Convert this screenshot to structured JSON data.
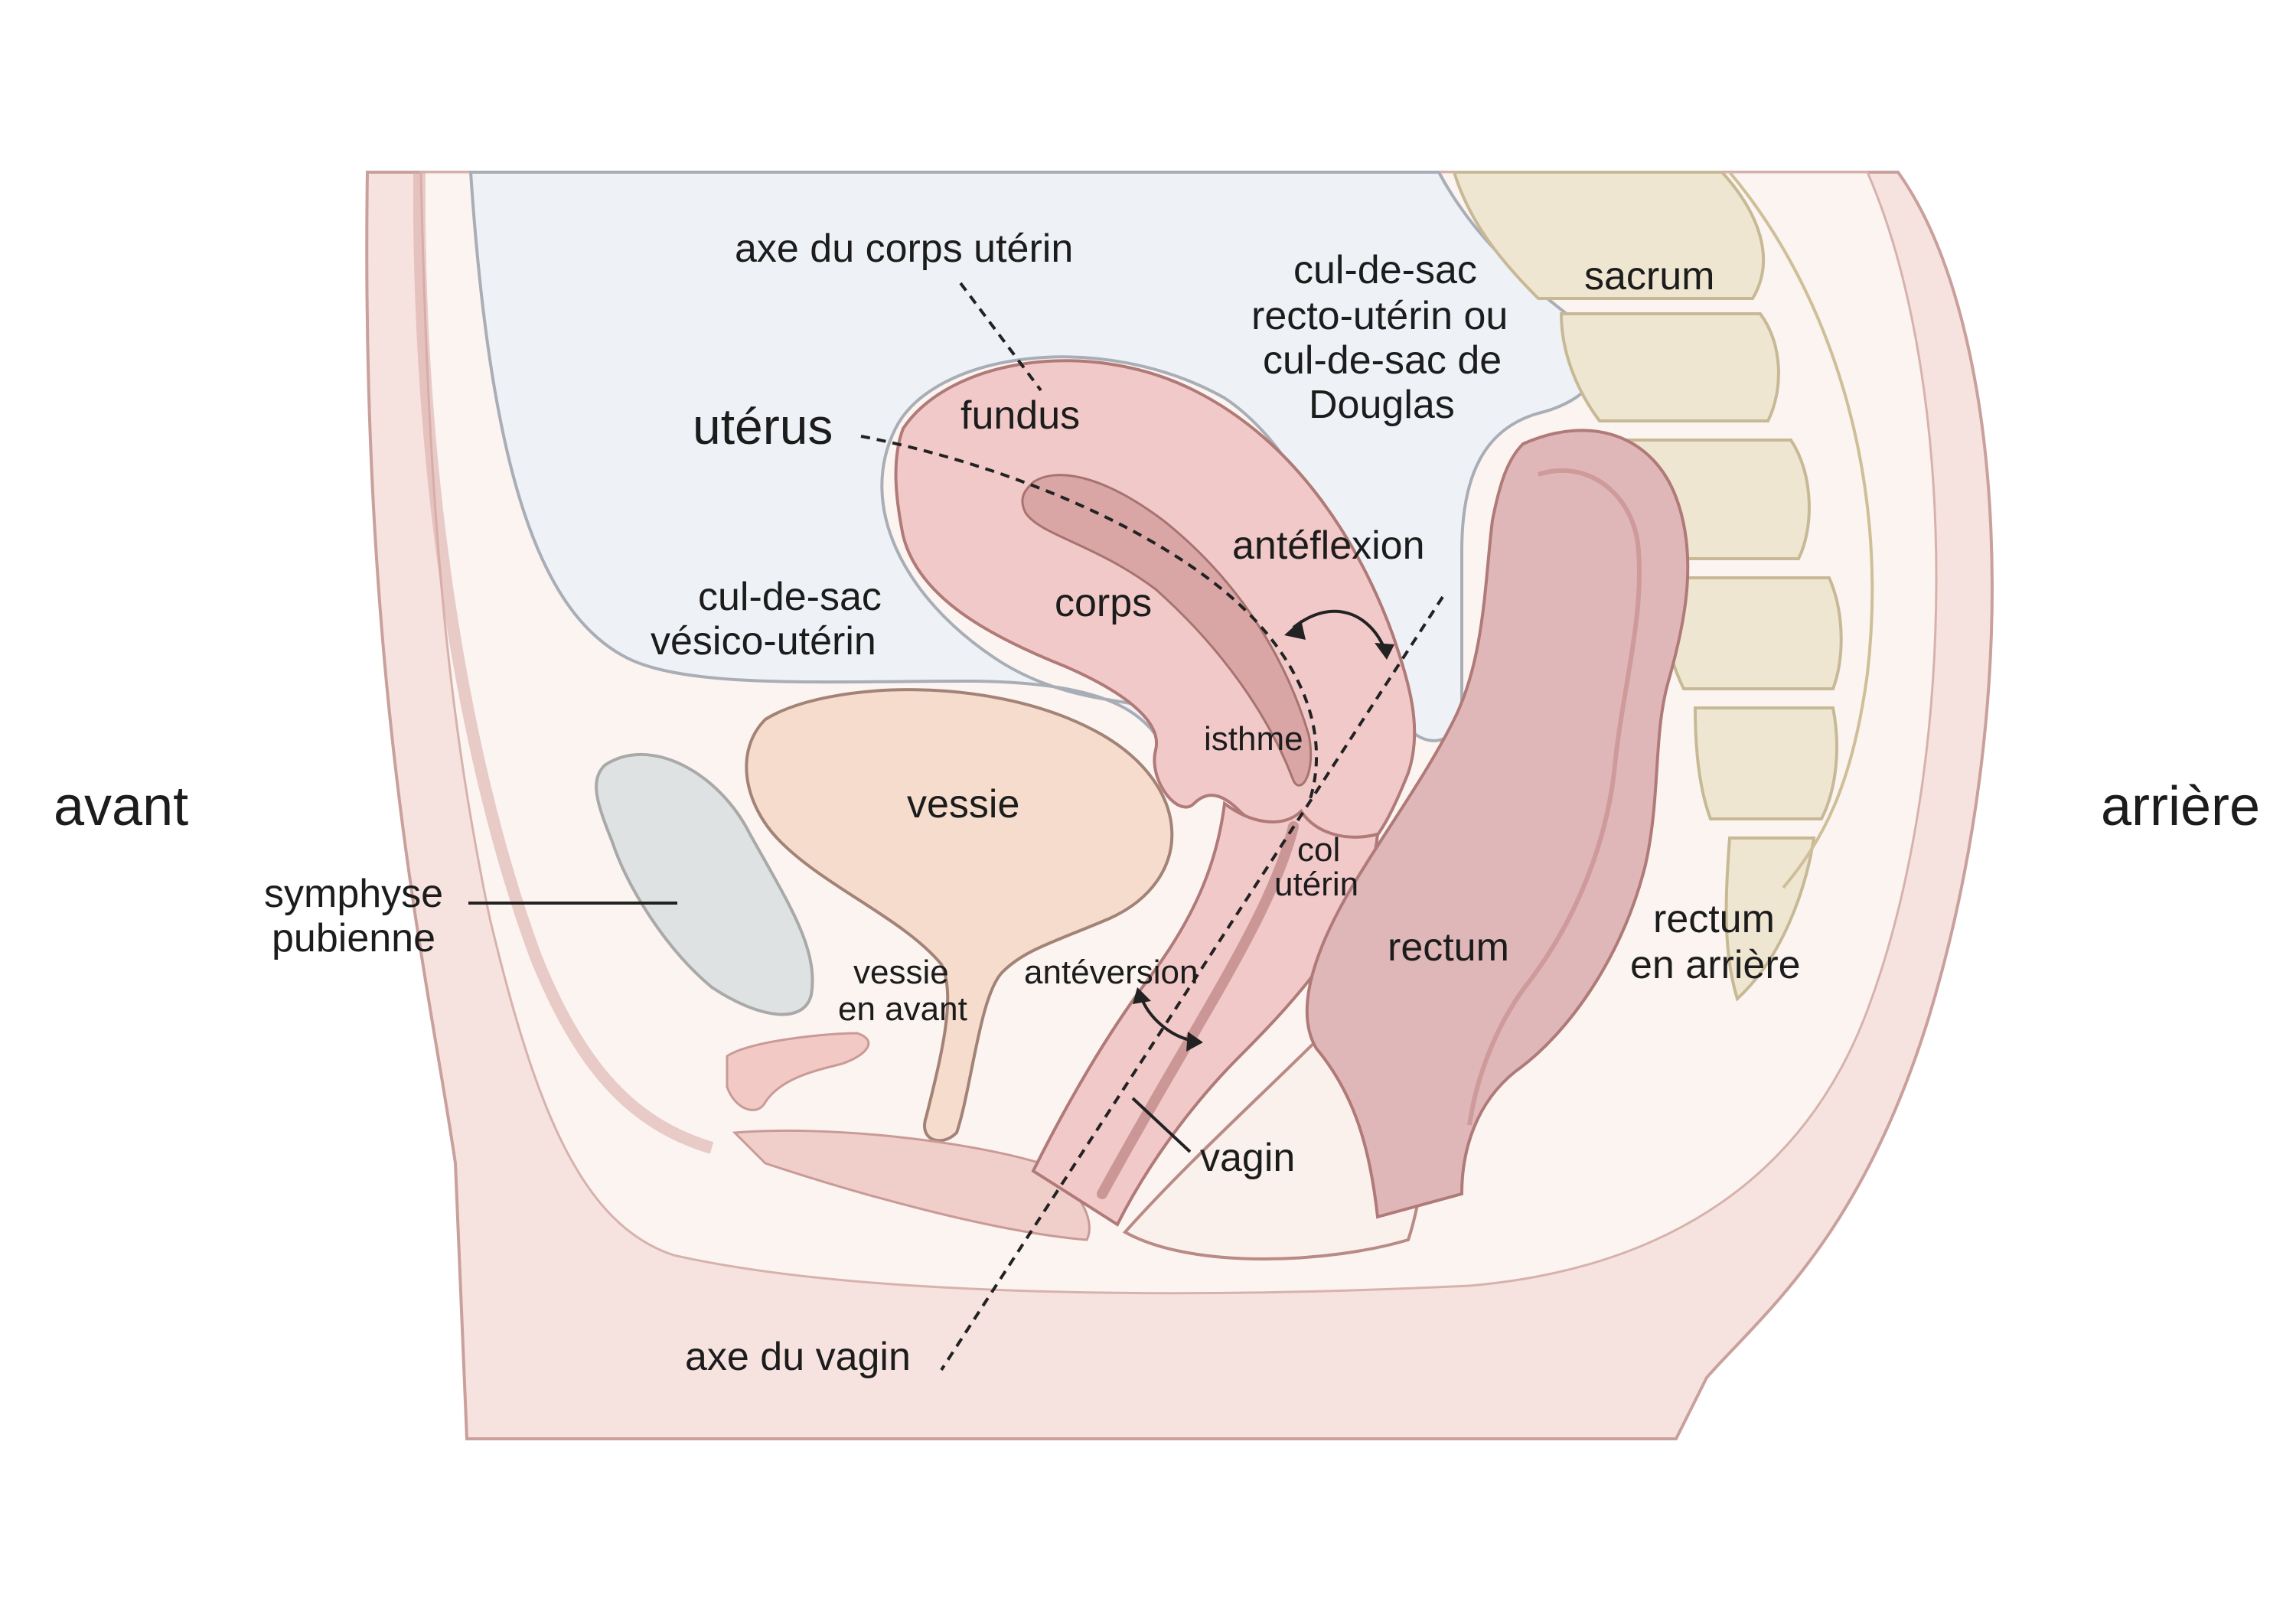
{
  "orientation": {
    "front": "avant",
    "back": "arrière"
  },
  "labels": {
    "uterus": "utérus",
    "axe_corps": "axe du corps utérin",
    "fundus": "fundus",
    "corps": "corps",
    "anteflexion": "antéflexion",
    "isthme": "isthme",
    "col_line1": "col",
    "col_line2": "utérin",
    "cds_douglas": [
      "cul-de-sac",
      "recto-utérin ou",
      "cul-de-sac de",
      "Douglas"
    ],
    "cds_vesico": [
      "cul-de-sac",
      "vésico-utérin"
    ],
    "sacrum": "sacrum",
    "vessie": "vessie",
    "vessie_avant": [
      "vessie",
      "en avant"
    ],
    "symphyse": [
      "symphyse",
      "pubienne"
    ],
    "anteversion": "antéversion",
    "vagin": "vagin",
    "rectum": "rectum",
    "rectum_arriere": [
      "rectum",
      "en arrière"
    ],
    "axe_vagin": "axe du vagin"
  },
  "colors": {
    "peritoneum_cavity": "#eef1f6",
    "tissue": "#fbf4f0",
    "skin": "#f6e3df",
    "uterus": "#f2c9c9",
    "uterus_cavity": "#d9a5a5",
    "bladder": "#f5dccc",
    "pubis": "#dfe2e3",
    "rectum": "#e0b7b8",
    "bone": "#efe6d2"
  }
}
